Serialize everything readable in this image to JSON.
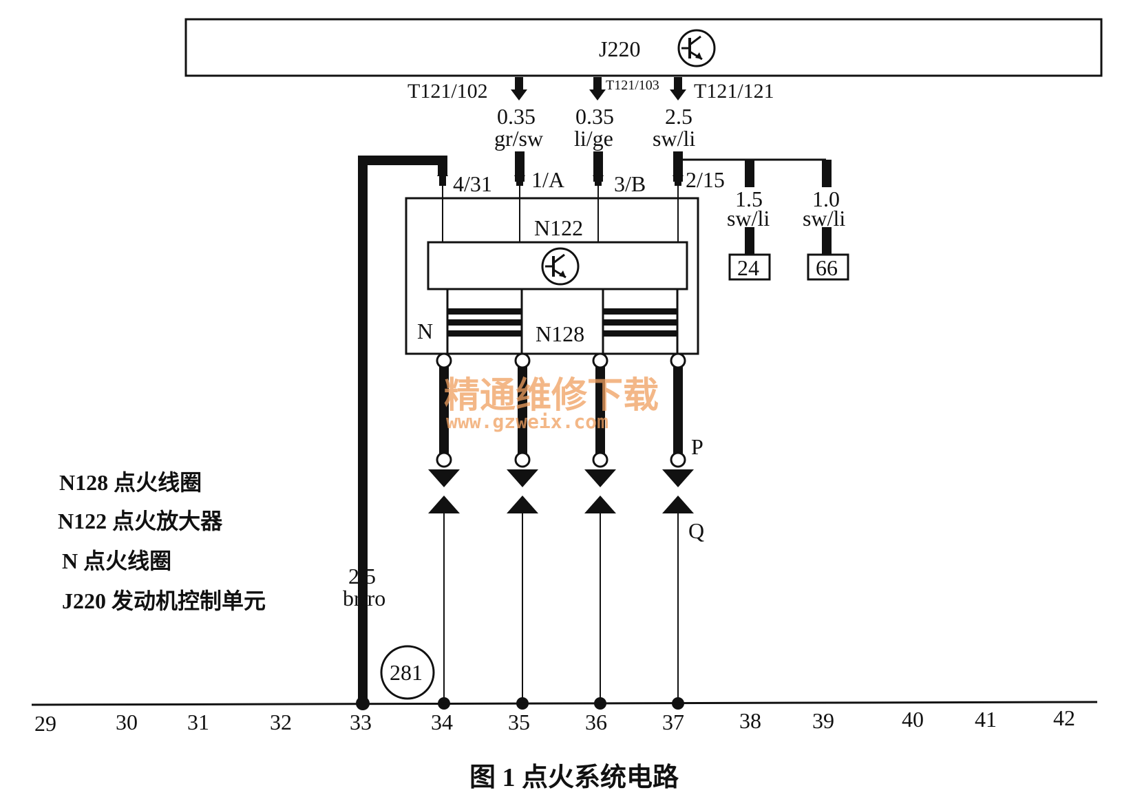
{
  "ecu": {
    "label": "J220"
  },
  "ecu_pins": {
    "left": "T121/102",
    "mid": "T121/103",
    "right": "T121/121"
  },
  "wires": [
    {
      "size": "0.35",
      "color": "gr/sw"
    },
    {
      "size": "0.35",
      "color": "li/ge"
    },
    {
      "size": "2.5",
      "color": "sw/li"
    }
  ],
  "module_pins": [
    "4/31",
    "1/A",
    "3/B",
    "2/15"
  ],
  "module": {
    "amp": "N122",
    "coil": "N128",
    "n": "N"
  },
  "branches": [
    {
      "size": "1.5",
      "color": "sw/li",
      "ref": "24"
    },
    {
      "size": "1.0",
      "color": "sw/li",
      "ref": "66"
    }
  ],
  "ground_wire": {
    "size": "2.5",
    "color": "br/ro"
  },
  "ground_ref": "281",
  "connector_labels": {
    "p": "P",
    "q": "Q"
  },
  "legend": [
    "N128 点火线圈",
    "N122 点火放大器",
    "N 点火线圈",
    "J220 发动机控制单元"
  ],
  "bus_numbers": [
    "29",
    "30",
    "31",
    "32",
    "33",
    "34",
    "35",
    "36",
    "37",
    "38",
    "39",
    "40",
    "41",
    "42"
  ],
  "watermark": {
    "cn": "精通维修下载",
    "url": "www.gzweix.com"
  },
  "caption": "图 1   点火系统电路"
}
